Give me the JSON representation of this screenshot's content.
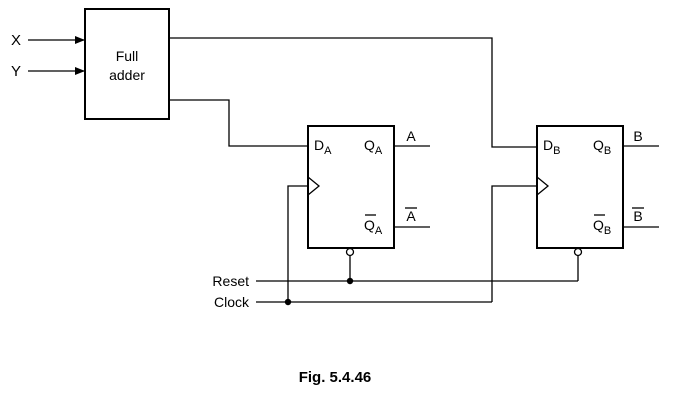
{
  "inputs": {
    "x": "X",
    "y": "Y",
    "reset": "Reset",
    "clock": "Clock"
  },
  "adder": {
    "line1": "Full",
    "line2": "adder"
  },
  "ff_a": {
    "d": "D",
    "d_sub": "A",
    "q": "Q",
    "q_sub": "A",
    "qbar": "Q",
    "qbar_sub": "A"
  },
  "ff_b": {
    "d": "D",
    "d_sub": "B",
    "q": "Q",
    "q_sub": "B",
    "qbar": "Q",
    "qbar_sub": "B"
  },
  "outputs": {
    "a": "A",
    "abar": "A",
    "b": "B",
    "bbar": "B"
  },
  "caption": "Fig. 5.4.46"
}
